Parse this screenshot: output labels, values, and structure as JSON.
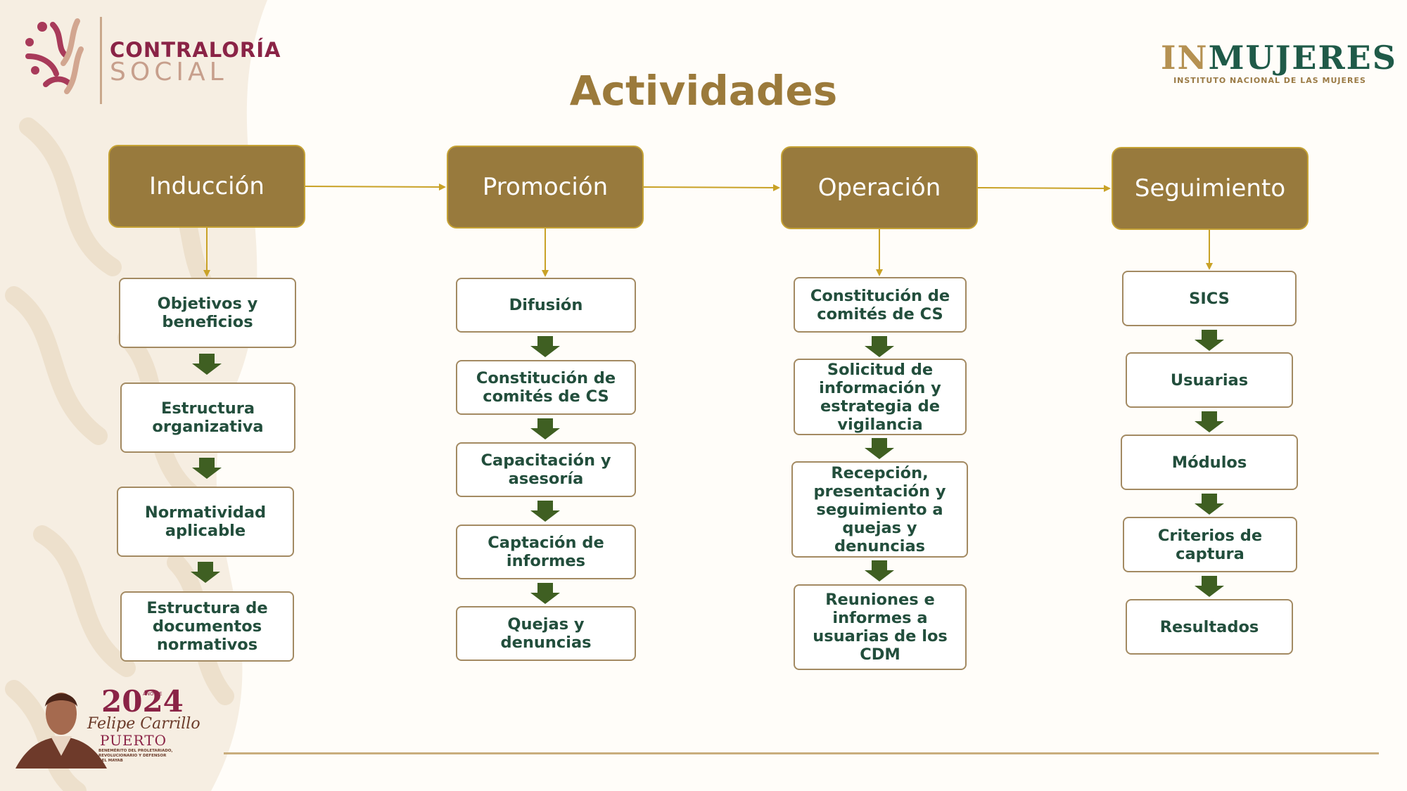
{
  "header": {
    "org_line1": "CONTRALORÍA",
    "org_line2": "SOCIAL",
    "inm_prefix": "IN",
    "inm_rest": "MUJERES",
    "inm_subtitle": "INSTITUTO NACIONAL DE LAS MUJERES"
  },
  "title": "Actividades",
  "phases": [
    {
      "label": "Inducción",
      "steps": [
        "Objetivos y beneficios",
        "Estructura organizativa",
        "Normatividad aplicable",
        "Estructura de documentos normativos"
      ]
    },
    {
      "label": "Promoción",
      "steps": [
        "Difusión",
        "Constitución de comités de CS",
        "Capacitación y asesoría",
        "Captación de informes",
        "Quejas y denuncias"
      ]
    },
    {
      "label": "Operación",
      "steps": [
        "Constitución de comités de CS",
        "Solicitud de información y estrategia de vigilancia",
        "Recepción, presentación y seguimiento a quejas y denuncias",
        "Reuniones e informes a usuarias de los CDM"
      ]
    },
    {
      "label": "Seguimiento",
      "steps": [
        "SICS",
        "Usuarias",
        "Módulos",
        "Criterios de captura",
        "Resultados"
      ]
    }
  ],
  "footer": {
    "year": "2024",
    "year_prefix": "AÑO DE",
    "name_line1": "Felipe Carrillo",
    "name_line2": "PUERTO",
    "motto": "BENEMÉRITO DEL PROLETARIADO, REVOLUCIONARIO Y DEFENSOR DEL MAYAB"
  },
  "colors": {
    "phase_fill": "#987a3d",
    "phase_border": "#c5a235",
    "step_text": "#224e3c",
    "down_arrow": "#3f5f22",
    "connector": "#c9a227",
    "title": "#9b7a3b"
  }
}
